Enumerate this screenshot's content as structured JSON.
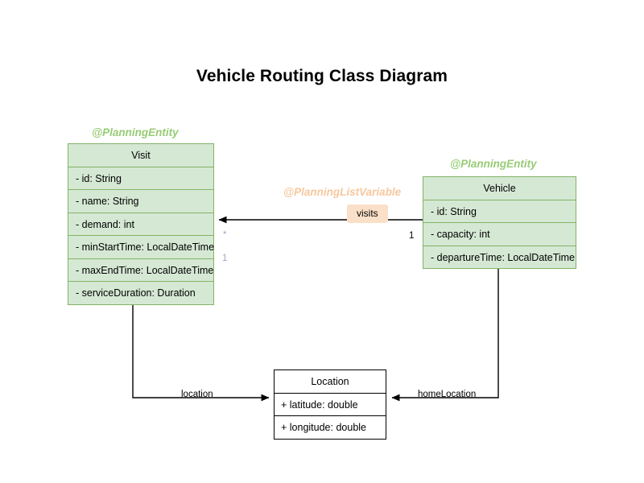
{
  "title": "Vehicle Routing Class Diagram",
  "theme": {
    "background": "#ffffff",
    "entity_fill": "#d5e8d4",
    "entity_border": "#82b366",
    "plain_fill": "#ffffff",
    "plain_border": "#000000",
    "annotation_entity_color": "#97cc74",
    "annotation_listvar_color": "#f6c79e",
    "chip_fill": "#fae0c8",
    "multiplicity_muted_color": "#b09cc8",
    "edge_color": "#000000"
  },
  "classes": {
    "visit": {
      "annotation": "@PlanningEntity",
      "name": "Visit",
      "attributes": [
        "- id: String",
        "- name: String",
        "- demand: int",
        "- minStartTime: LocalDateTime",
        "- maxEndTime: LocalDateTime",
        "- serviceDuration: Duration"
      ]
    },
    "vehicle": {
      "annotation": "@PlanningEntity",
      "name": "Vehicle",
      "attributes": [
        "- id: String",
        "- capacity: int",
        "- departureTime: LocalDateTime"
      ]
    },
    "location": {
      "annotation": "",
      "name": "Location",
      "attributes": [
        "+ latitude: double",
        "+ longitude: double"
      ]
    }
  },
  "relationships": {
    "visits": {
      "annotation": "@PlanningListVariable",
      "label": "visits",
      "source": "Vehicle",
      "target": "Visit",
      "source_multiplicity": "1",
      "target_multiplicity_star": "*",
      "target_multiplicity_one": "1"
    },
    "location": {
      "label": "location",
      "source": "Visit",
      "target": "Location"
    },
    "home_location": {
      "label": "homeLocation",
      "source": "Vehicle",
      "target": "Location"
    }
  }
}
